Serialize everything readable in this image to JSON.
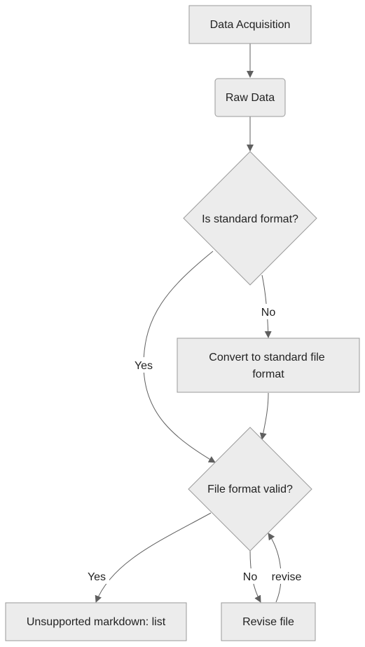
{
  "nodes": {
    "data_acquisition": "Data Acquisition",
    "raw_data": "Raw Data",
    "is_standard_format": "Is standard format?",
    "convert_line1": "Convert to standard file",
    "convert_line2": "format",
    "file_format_valid": "File format valid?",
    "unsupported_markdown": "Unsupported markdown: list",
    "revise_file": "Revise file"
  },
  "edge_labels": {
    "standard_no": "No",
    "standard_yes": "Yes",
    "valid_yes": "Yes",
    "valid_no": "No",
    "revise": "revise"
  },
  "colors": {
    "node_fill": "#ececec",
    "node_stroke": "#9a9a9a",
    "edge": "#5f5f5f",
    "text": "#222222"
  }
}
